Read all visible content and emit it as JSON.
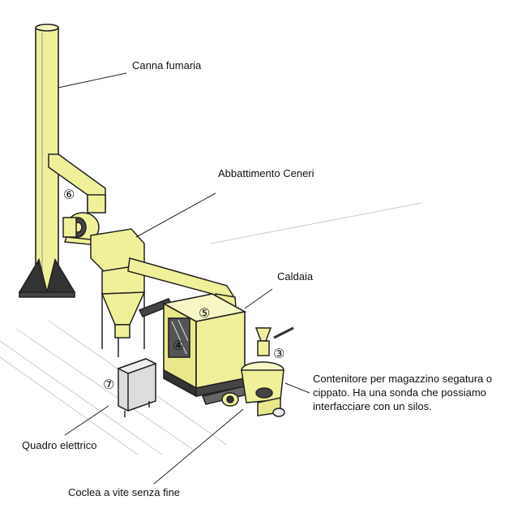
{
  "labels": {
    "chimney": "Canna fumaria",
    "ash": "Abbattimento Ceneri",
    "boiler": "Caldaia",
    "container": "Contenitore per magazzino segatura o cippato. Ha una sonda che possiamo interfacciare con un silos.",
    "panel": "Quadro elettrico",
    "auger": "Coclea a vite senza fine"
  },
  "markers": {
    "m3": "③",
    "m4": "④",
    "m5": "⑤",
    "m6": "⑥",
    "m7": "⑦"
  },
  "colors": {
    "yellow": "#f0f09a",
    "outline": "#222222",
    "dark": "#333333",
    "floor": "#cfcfcf"
  }
}
